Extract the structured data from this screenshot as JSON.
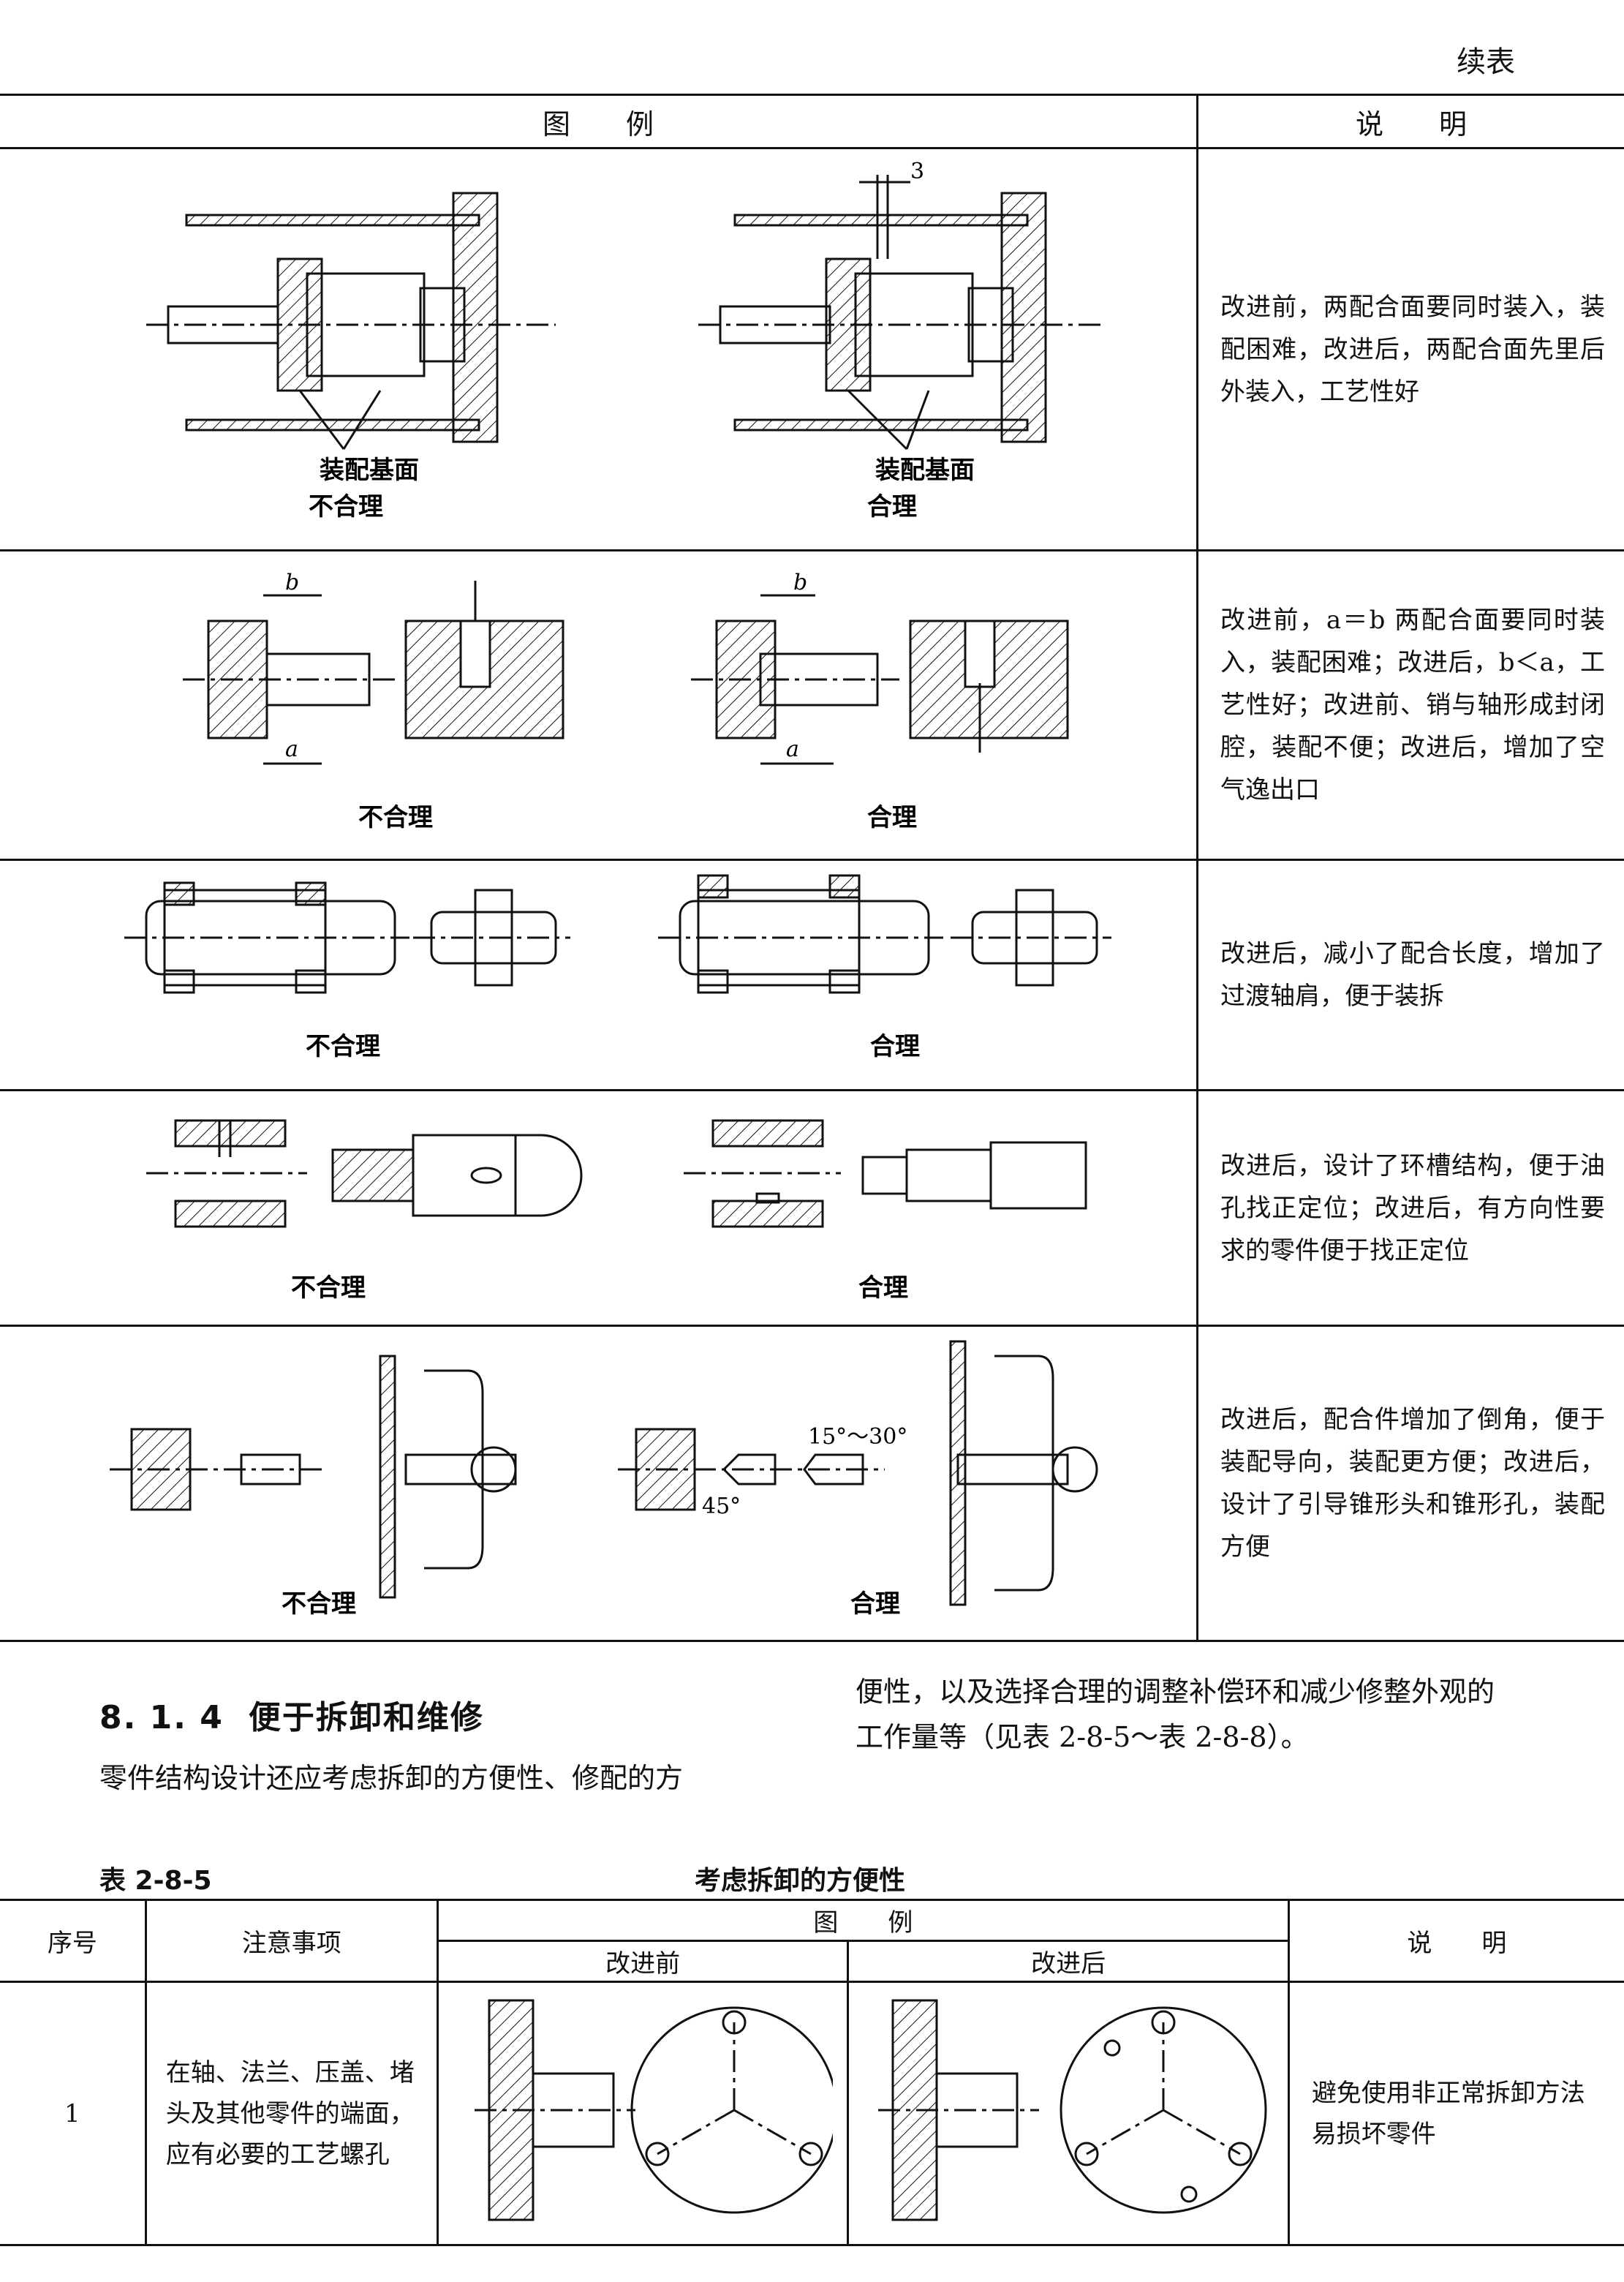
{
  "continued": "续表",
  "table1": {
    "header_fig": "图　　例",
    "header_desc": "说　　明",
    "rows": [
      {
        "bad": "不合理",
        "good": "合理",
        "assembly_label": "装配基面",
        "dim": "3",
        "desc": "改进前，两配合面要同时装入，装配困难，改进后，两配合面先里后外装入，工艺性好"
      },
      {
        "bad": "不合理",
        "good": "合理",
        "dim_a": "a",
        "dim_b": "b",
        "desc": "改进前，a＝b 两配合面要同时装入，装配困难；改进后，b＜a，工艺性好；改进前、销与轴形成封闭腔，装配不便；改进后，增加了空气逸出口"
      },
      {
        "bad": "不合理",
        "good": "合理",
        "desc": "改进后，减小了配合长度，增加了过渡轴肩，便于装拆"
      },
      {
        "bad": "不合理",
        "good": "合理",
        "desc": "改进后，设计了环槽结构，便于油孔找正定位；改进后，有方向性要求的零件便于找正定位"
      },
      {
        "bad": "不合理",
        "good": "合理",
        "angle1": "45°",
        "angle2": "15°～30°",
        "desc": "改进后，配合件增加了倒角，便于装配导向，装配更方便；改进后，设计了引导锥形头和锥形孔，装配方便"
      }
    ]
  },
  "section": {
    "number": "8. 1. 4",
    "title": "便于拆卸和维修"
  },
  "para_left": "零件结构设计还应考虑拆卸的方便性、修配的方",
  "para_right_1": "便性，以及选择合理的调整补偿环和减少修整外观的",
  "para_right_2": "工作量等（见表 2-8-5～表 2-8-8）。",
  "table2": {
    "caption_no": "表 2-8-5",
    "caption_title": "考虑拆卸的方便性",
    "headers": {
      "no": "序号",
      "note": "注意事项",
      "fig": "图　　例",
      "before": "改进前",
      "after": "改进后",
      "desc": "说　　明"
    },
    "rows": [
      {
        "no": "1",
        "note": "在轴、法兰、压盖、堵头及其他零件的端面，应有必要的工艺螺孔",
        "desc": "避免使用非正常拆卸方法易损坏零件"
      }
    ]
  }
}
